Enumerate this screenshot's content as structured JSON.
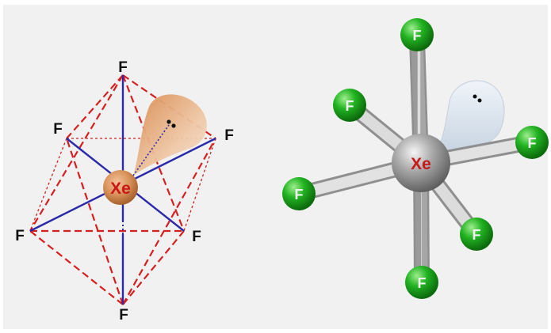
{
  "left_diagram": {
    "central_atom": "Xe",
    "atom_labels": {
      "top": "F",
      "upper_left": "F",
      "upper_right": "F",
      "lower_left": "F",
      "lower_right": "F",
      "bottom": "F"
    },
    "colors": {
      "bond": "#2a2aa8",
      "octahedron_edge": "#d42020",
      "xe_fill": "#d9925a",
      "xe_label": "#c81818",
      "lone_pair_lobe": "#e8a070",
      "label": "#111111"
    }
  },
  "right_diagram": {
    "central_atom": "Xe",
    "atom_labels": {
      "top": "F",
      "upper_left": "F",
      "right": "F",
      "left": "F",
      "lower_right": "F",
      "bottom": "F"
    },
    "colors": {
      "bond": "#c9c9c9",
      "xe_fill": "#9e9e9e",
      "xe_label": "#c81818",
      "f_fill": "#1faa1f",
      "f_label": "#f2f2f2",
      "lone_pair_lobe": "#dfe6ef"
    }
  }
}
